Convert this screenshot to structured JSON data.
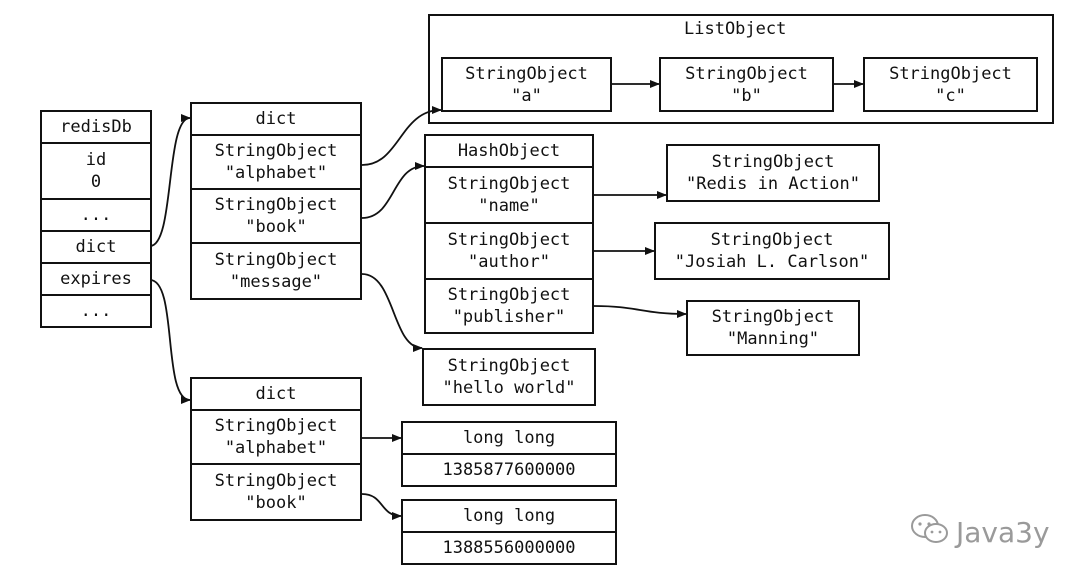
{
  "redisDb": {
    "title": "redisDb",
    "id_label": "id\n0",
    "ellipsis_top": "...",
    "dict": "dict",
    "expires": "expires",
    "ellipsis_bottom": "..."
  },
  "keyspace_dict": {
    "title": "dict",
    "alphabet": "StringObject\n\"alphabet\"",
    "book": "StringObject\n\"book\"",
    "message": "StringObject\n\"message\""
  },
  "list_object": {
    "title": "ListObject",
    "a": "StringObject\n\"a\"",
    "b": "StringObject\n\"b\"",
    "c": "StringObject\n\"c\""
  },
  "hash_object": {
    "title": "HashObject",
    "name": "StringObject\n\"name\"",
    "author": "StringObject\n\"author\"",
    "publisher": "StringObject\n\"publisher\""
  },
  "hash_values": {
    "name_value": "StringObject\n\"Redis in Action\"",
    "author_value": "StringObject\n\"Josiah L. Carlson\"",
    "publisher_value": "StringObject\n\"Manning\""
  },
  "message_value": "StringObject\n\"hello world\"",
  "expires_dict": {
    "title": "dict",
    "alphabet": "StringObject\n\"alphabet\"",
    "book": "StringObject\n\"book\""
  },
  "expire_values": {
    "alphabet_type": "long long",
    "alphabet_value": "1385877600000",
    "book_type": "long long",
    "book_value": "1388556000000"
  },
  "watermark": {
    "text": "Java3y",
    "icon": "wechat-icon"
  }
}
